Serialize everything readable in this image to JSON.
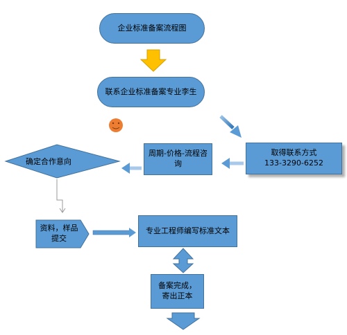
{
  "nodes": {
    "start": "企业标准备案流程图",
    "contact_expert": "联系企业标准备案专业李生",
    "get_contact": {
      "title": "取得联系方式",
      "phone": "133-3290-6252"
    },
    "consult": "周期-价格-流程咨询",
    "confirm": "确定合作意向",
    "docs": "资料，样品提交",
    "engineer": "专业工程师编写标准文本",
    "done": "备案完成，寄出正本"
  },
  "colors": {
    "node_fill": "#5b9bd5",
    "node_border": "#41719c",
    "down_arrow": "#ffc000",
    "smiley": "#ed7d31"
  },
  "icons": {
    "start_down_arrow": "block-arrow-down",
    "smiley": "smiley-face",
    "bidirectional": "up-down-arrow"
  }
}
